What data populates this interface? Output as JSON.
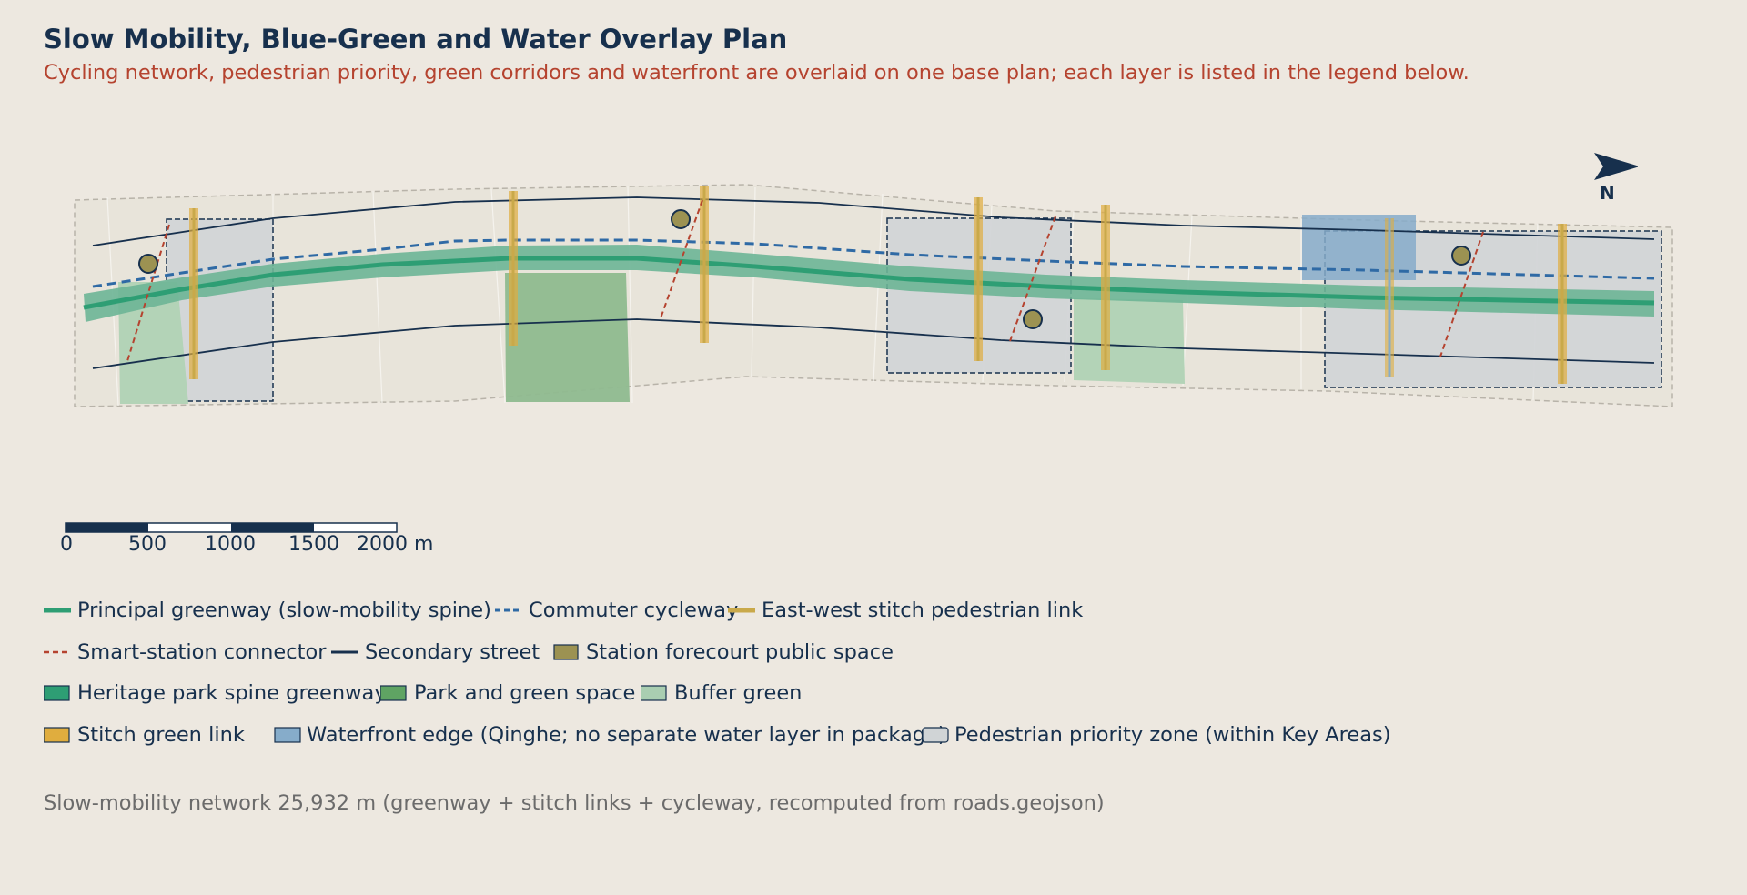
{
  "title": "Slow Mobility, Blue-Green and Water Overlay Plan",
  "subtitle": "Cycling network, pedestrian priority, green corridors and waterfront are overlaid on one base plan; each layer is listed in the legend below.",
  "north_label": "N",
  "scale": {
    "labels": [
      "0",
      "500",
      "1000",
      "1500",
      "2000 m"
    ]
  },
  "colors": {
    "background": "#ede8e0",
    "title": "#17304d",
    "subtitle": "#b5432f",
    "greenway": "#2e9e74",
    "greenway_band": "#6db596",
    "cycleway": "#2f6aa5",
    "stitch": "#c9a94a",
    "connector": "#b5432f",
    "secondary_street": "#17304d",
    "station": "#9c9252",
    "park": "#8fba8f",
    "buffer": "#b3d3b7",
    "stitch_green": "#e0ad3e",
    "waterfront": "#86acca",
    "pedestrian_zone": "#d0d4d6"
  },
  "legend": [
    {
      "label": "Principal greenway (slow-mobility spine)",
      "swatch": "solid-line",
      "color": "#2e9e74"
    },
    {
      "label": "Commuter cycleway",
      "swatch": "dashed-line",
      "color": "#2f6aa5"
    },
    {
      "label": "East-west stitch pedestrian link",
      "swatch": "solid-line",
      "color": "#c9a94a"
    },
    {
      "label": "Smart-station connector",
      "swatch": "dashed-line",
      "color": "#b5432f"
    },
    {
      "label": "Secondary street",
      "swatch": "solid-line",
      "color": "#17304d"
    },
    {
      "label": "Station forecourt public space",
      "swatch": "box",
      "color": "#9c9252"
    },
    {
      "label": "Heritage park spine greenway",
      "swatch": "box",
      "color": "#2e9e74"
    },
    {
      "label": "Park and green space",
      "swatch": "box",
      "color": "#5fa463"
    },
    {
      "label": "Buffer green",
      "swatch": "box",
      "color": "#a9ceb1"
    },
    {
      "label": "Stitch green link",
      "swatch": "box",
      "color": "#e0ad3e"
    },
    {
      "label": "Waterfront edge (Qinghe; no separate water layer in package)",
      "swatch": "box",
      "color": "#86acca"
    },
    {
      "label": "Pedestrian priority zone (within Key Areas)",
      "swatch": "box",
      "color": "#d0d4d6"
    }
  ],
  "footer": "Slow-mobility network 25,932 m (greenway + stitch links + cycleway, recomputed from roads.geojson)"
}
